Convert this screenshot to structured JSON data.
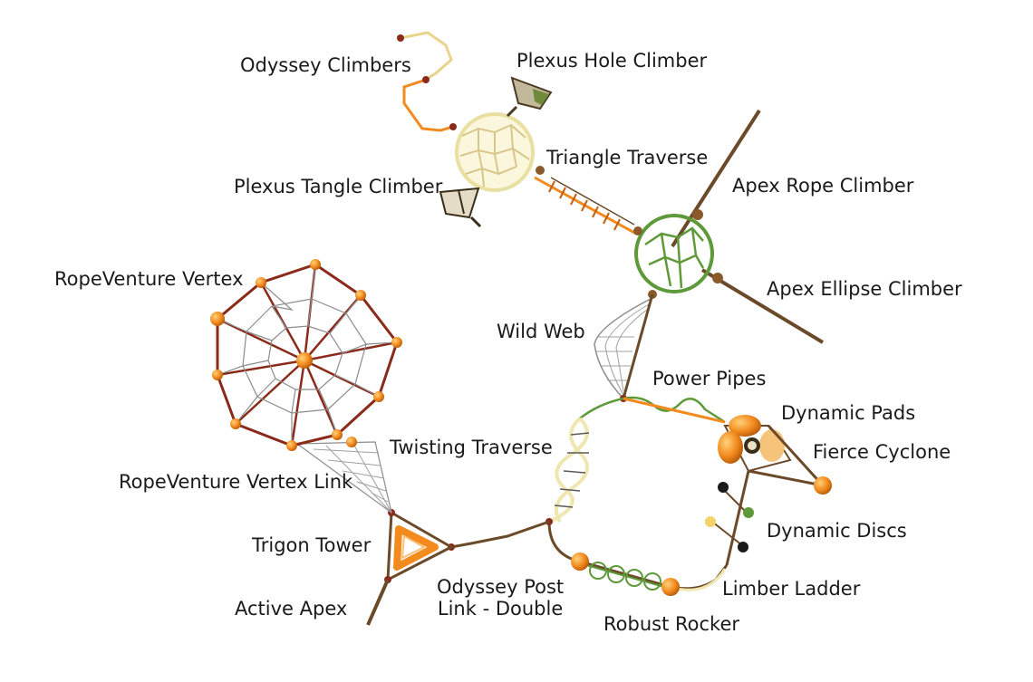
{
  "labels": {
    "odyssey_climbers": "Odyssey Climbers",
    "plexus_hole_climber": "Plexus Hole Climber",
    "triangle_traverse": "Triangle Traverse",
    "plexus_tangle_climber": "Plexus Tangle Climber",
    "apex_rope_climber": "Apex Rope Climber",
    "ropeventure_vertex": "RopeVenture Vertex",
    "apex_ellipse_climber": "Apex Ellipse Climber",
    "wild_web": "Wild Web",
    "power_pipes": "Power Pipes",
    "dynamic_pads": "Dynamic Pads",
    "twisting_traverse": "Twisting Traverse",
    "fierce_cyclone": "Fierce Cyclone",
    "ropeventure_vertex_link": "RopeVenture Vertex Link",
    "dynamic_discs": "Dynamic Discs",
    "trigon_tower": "Trigon Tower",
    "odyssey_post_link_double": "Odyssey Post\nLink - Double",
    "limber_ladder": "Limber Ladder",
    "active_apex": "Active Apex",
    "robust_rocker": "Robust Rocker"
  },
  "colors": {
    "post": "#6b4a2a",
    "rope_red": "#8a2a1a",
    "orange": "#f28a1e",
    "cream": "#efe6b0",
    "green": "#5f9a3a",
    "gray_web": "#8c8c8c"
  }
}
